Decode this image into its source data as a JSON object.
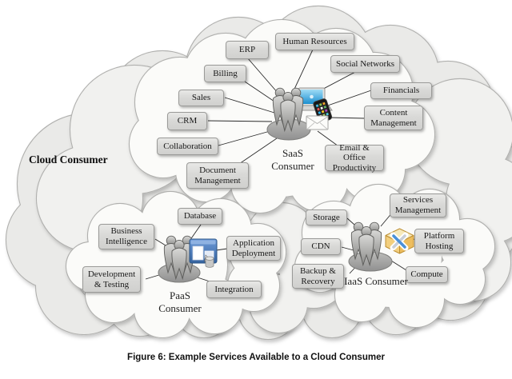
{
  "figure_caption": "Figure 6: Example Services Available to a Cloud Consumer",
  "outer_cloud_label": "Cloud Consumer",
  "saas": {
    "consumer_label": "SaaS Consumer",
    "services": [
      "ERP",
      "Human Resources",
      "Social Networks",
      "Billing",
      "Financials",
      "Sales",
      "CRM",
      "Content Management",
      "Collaboration",
      "Email & Office Productivity",
      "Document Management"
    ]
  },
  "paas": {
    "consumer_label": "PaaS Consumer",
    "services": [
      "Database",
      "Business Intelligence",
      "Application Deployment",
      "Development & Testing",
      "Integration"
    ]
  },
  "iaas": {
    "consumer_label": "IaaS Consumer",
    "services": [
      "Storage",
      "Services Management",
      "CDN",
      "Platform Hosting",
      "Backup & Recovery",
      "Compute"
    ]
  },
  "icons": {
    "saas_consumer": [
      "people-group-icon",
      "laptop-icon",
      "smartphone-icon",
      "envelope-icon"
    ],
    "paas_consumer": [
      "people-group-icon",
      "app-window-icon",
      "storage-cylinder-icon"
    ],
    "iaas_consumer": [
      "people-group-icon",
      "toolbox-cube-icon"
    ]
  },
  "colors": {
    "outer_cloud_fill": "#eaeae8",
    "inner_cloud_fill": "#fbfbf9",
    "cloud_stroke": "#b0b0ae",
    "service_box_fill": "#d9d9d7",
    "service_box_border": "#9a9a98",
    "laptop_screen_blue": "#1b8fd0",
    "app_window_blue": "#35639f",
    "cube_yellow": "#edbd5e"
  }
}
